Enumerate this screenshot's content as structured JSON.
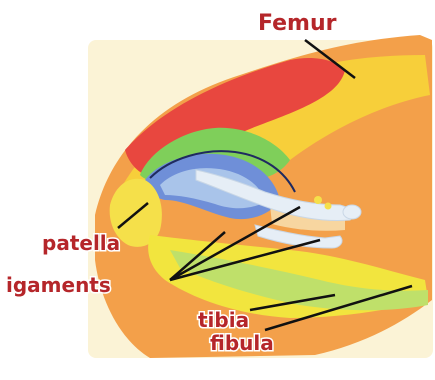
{
  "labels": {
    "femur": "Femur",
    "patella": "patella",
    "ligaments": "igaments",
    "tibia": "tibia",
    "fibula": "fibula"
  },
  "colors": {
    "label": "#b5262a",
    "background": "#fbf3d6",
    "femur": "#e8473f",
    "tissue_orange": "#f19a3e",
    "tissue_yellow": "#f7d83a",
    "cartilage_green": "#7fcf5a",
    "joint_blue": "#6f8fd8",
    "bone_light": "#e6eef6"
  }
}
